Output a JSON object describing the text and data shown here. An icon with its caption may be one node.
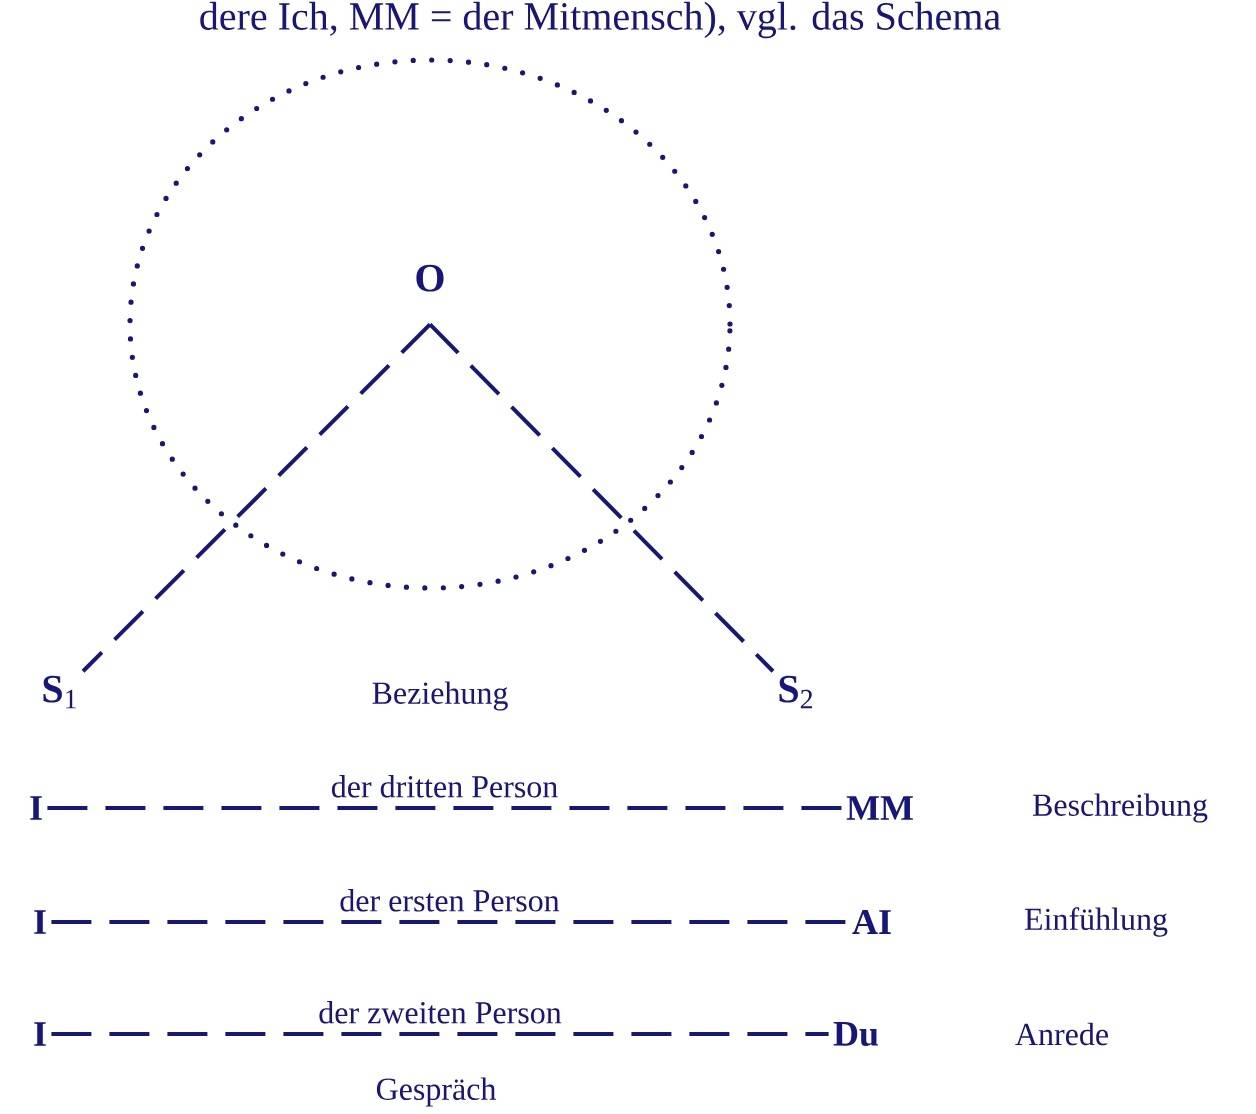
{
  "diagram": {
    "nodes": [
      {
        "text": [],
        "shape": "circle"
      },
      {
        "text": [
          "**O**"
        ],
        "in": 0
      },
      {
        "text": [
          "**S**$_{1}$"
        ]
      },
      {
        "text": [
          "**S**$_{2}$"
        ]
      },
      {
        "text": [
          "**I**"
        ]
      },
      {
        "text": [
          "**MM**"
        ]
      },
      {
        "text": [
          "**I**"
        ]
      },
      {
        "text": [
          "**AI**"
        ]
      },
      {
        "text": [
          "**I**"
        ]
      },
      {
        "text": [
          "**Du**"
        ]
      }
    ],
    "edges": [
      {
        "from": 1,
        "to": 2,
        "arrow": "none",
        "style": "dashed"
      },
      {
        "from": 1,
        "to": 3,
        "arrow": "none",
        "style": "dashed"
      },
      {
        "from": 4,
        "to": 5,
        "arrow": "none",
        "style": "dashed",
        "label": "der dritten Person"
      },
      {
        "from": 6,
        "to": 7,
        "arrow": "none",
        "style": "dashed",
        "label": "der ersten Person"
      },
      {
        "from": 8,
        "to": 9,
        "arrow": "none",
        "style": "dashed",
        "label": "der zweiten Person"
      }
    ],
    "labels": [
      "dere Ich, MM = der Mitmensch), vgl. das Schema",
      "Beziehung",
      "Beschreibung",
      "Einfühlung",
      "Anrede",
      "Gespräch"
    ]
  }
}
